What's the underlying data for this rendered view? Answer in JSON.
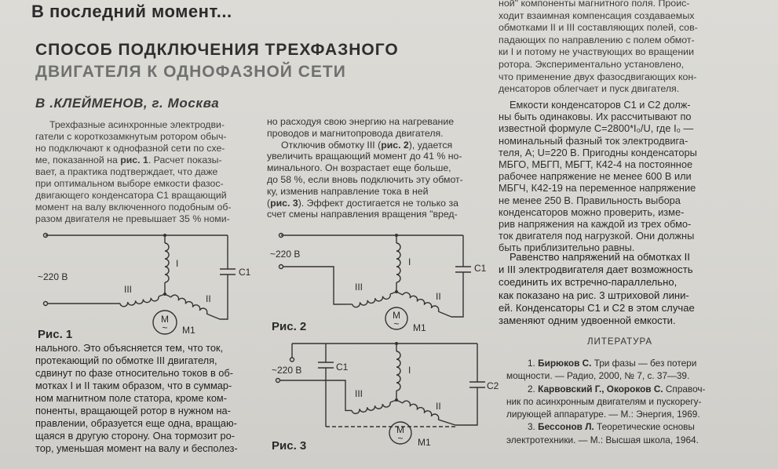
{
  "header": "В последний момент...",
  "title": {
    "line1": "СПОСОБ ПОДКЛЮЧЕНИЯ ТРЕХФАЗНОГО",
    "line2": "ДВИГАТЕЛЯ К ОДНОФАЗНОЙ СЕТИ"
  },
  "author": "В .КЛЕЙМЕНОВ, г. Москва",
  "col1_top": [
    "Трехфазные асинхронные электродви-",
    "гатели с короткозамкнутым ротором обыч-",
    "но подключают к однофазной сети по схе-",
    {
      "pre": "ме, показанной на ",
      "ref": "рис. 1",
      "post": ". Расчет показы-"
    },
    "вает, а практика подтверждает, что даже",
    "при оптимальном выборе емкости фазос-",
    "двигающего конденсатора С1 вращающий",
    "момент на валу включенного подобным об-",
    "разом двигателя не превышает 35 % номи-"
  ],
  "col1_bottom": [
    "нального. Это объясняется тем, что ток,",
    "протекающий по обмотке III двигателя,",
    "сдвинут по фазе относительно токов в об-",
    "мотках I и II таким образом, что в суммар-",
    "ном магнитном поле статора, кроме ком-",
    "поненты, вращающей ротор в нужном на-",
    "правлении, образуется еще одна, вращаю-",
    "щаяся в другую сторону. Она тормозит ро-",
    "тор, уменьшая момент на валу и бесполез-"
  ],
  "col2_top": [
    "но расходуя свою энергию на нагревание",
    "проводов и магнитопровода двигателя.",
    {
      "pre": "Отключив обмотку III (",
      "ref": "рис. 2",
      "post": "), удается"
    },
    "увеличить вращающий момент до 41 % но-",
    "минального. Он возрастает еще больше,",
    "до 58 %, если вновь подключить эту обмот-",
    "ку, изменив направление тока в ней",
    {
      "pre": "(",
      "ref": "рис. 3",
      "post": "). Эффект достигается не только за"
    },
    "счет смены направления вращения \"вред-"
  ],
  "col3": {
    "p1": [
      "ной\" компоненты магнитного поля. Проис-",
      "ходит взаимная компенсация создаваемых",
      "обмотками II и III составляющих полей, сов-",
      "падающих по направлению с полем обмот-",
      "ки I и потому не участвующих во вращении",
      "ротора. Экспериментально установлено,",
      "что применение двух фазосдвигающих кон-",
      "денсаторов облегчает и пуск двигателя."
    ],
    "p2": [
      "Емкости конденсаторов С1 и С2 долж-",
      "ны быть одинаковы. Их рассчитывают по",
      "известной формуле С=2800*I₀/U, где I₀ —",
      "номинальный фазный ток электродвига-",
      "теля, А; U=220 В. Пригодны конденсаторы",
      "МБГО, МБГП, МБГТ, К42-4 на постоянное",
      "рабочее напряжение не менее 600 В или",
      "МБГЧ, К42-19 на переменное напряжение",
      "не менее 250 В. Правильность выбора",
      "конденсаторов можно проверить, изме-",
      "рив напряжения на каждой из трех обмо-",
      "ток двигателя под нагрузкой. Они должны",
      "быть приблизительно равны."
    ],
    "p3": [
      "Равенство напряжений на обмотках II",
      "и III электродвигателя дает возможность",
      "соединить их встречно-параллельно,",
      "как показано на рис. 3 штриховой лини-",
      "ей. Конденсаторы С1 и С2 в этом случае",
      "заменяют одним удвоенной емкости."
    ]
  },
  "literature": {
    "heading": "ЛИТЕРАТУРА",
    "refs": [
      {
        "num": "1.",
        "author": "Бирюков С.",
        "line1": "Три фазы — без потери",
        "cont": [
          "мощности. — Радио, 2000, № 7, с. 37—39."
        ]
      },
      {
        "num": "2.",
        "author": "Карвовский Г., Окороков С.",
        "line1": "Справоч-",
        "cont": [
          "ник по асинхронным двигателям и пускорегу-",
          "лирующей аппаратуре. — М.: Энергия, 1969."
        ]
      },
      {
        "num": "3.",
        "author": "Бессонов Л.",
        "line1": "Теоретические основы",
        "cont": [
          "электротехники. — М.: Высшая школа, 1964."
        ]
      }
    ]
  },
  "figures": [
    {
      "caption": "Рис. 1",
      "mains": "~220 В",
      "c1": "С1",
      "windings": [
        "I",
        "II",
        "III"
      ],
      "motor_symbol": "М",
      "motor_tilde": "~",
      "motor_label": "М1"
    },
    {
      "caption": "Рис. 2",
      "mains": "~220 В",
      "c1": "С1",
      "windings": [
        "I",
        "II",
        "III"
      ],
      "motor_symbol": "М",
      "motor_tilde": "~",
      "motor_label": "М1"
    },
    {
      "caption": "Рис. 3",
      "mains": "~220 В",
      "c1": "С1",
      "c2": "С2",
      "windings": [
        "I",
        "II",
        "III"
      ],
      "motor_symbol": "М",
      "motor_tilde": "~",
      "motor_label": "М1"
    }
  ]
}
